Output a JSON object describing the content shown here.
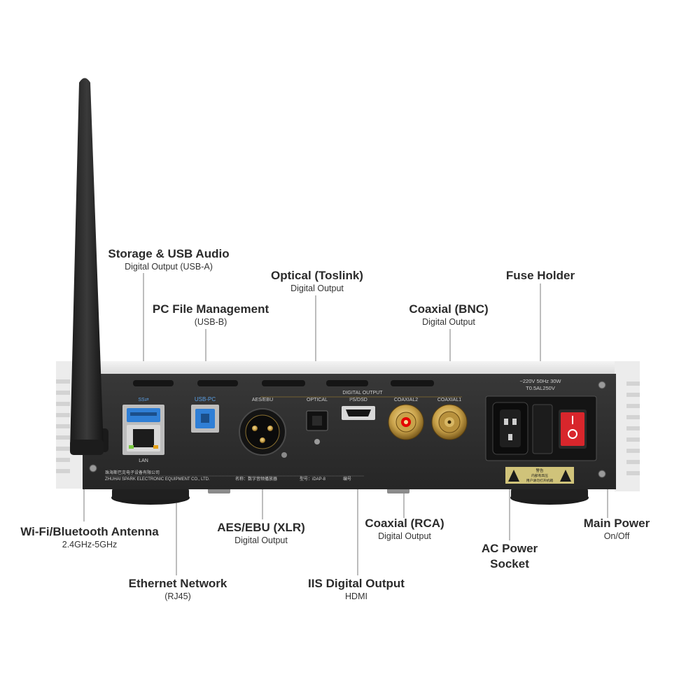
{
  "callouts": {
    "storage_usb": {
      "title": "Storage & USB Audio",
      "sub": "Digital Output (USB-A)"
    },
    "pc_file": {
      "title": "PC File Management",
      "sub": "(USB-B)"
    },
    "optical": {
      "title": "Optical (Toslink)",
      "sub": "Digital Output"
    },
    "coax_bnc": {
      "title": "Coaxial (BNC)",
      "sub": "Digital Output"
    },
    "fuse": {
      "title": "Fuse Holder"
    },
    "wifi_bt": {
      "title": "Wi-Fi/Bluetooth Antenna",
      "sub": "2.4GHz-5GHz"
    },
    "ethernet": {
      "title": "Ethernet Network",
      "sub": "(RJ45)"
    },
    "aes_ebu": {
      "title": "AES/EBU (XLR)",
      "sub": "Digital Output"
    },
    "iis": {
      "title": "IIS Digital Output",
      "sub": "HDMI"
    },
    "coax_rca": {
      "title": "Coaxial (RCA)",
      "sub": "Digital Output"
    },
    "ac_power": {
      "title_line1": "AC Power",
      "title_line2": "Socket"
    },
    "main_power": {
      "title": "Main Power",
      "sub": "On/Off"
    }
  },
  "panel": {
    "usb3_label": "SS⇄",
    "usb_pc_label": "USB-PC",
    "lan_label": "LAN",
    "aes_label": "AES/EBU",
    "digital_output_label": "DIGITAL OUTPUT",
    "optical_label": "OPTICAL",
    "i2s_label": "I²S/DSD",
    "coaxial2_label": "COAXIAL2",
    "coaxial1_label": "COAXIAL1",
    "power_spec_line1": "~220V 50Hz 30W",
    "power_spec_line2": "T0.5AL250V",
    "manufacturer_cn": "珠海斯巴克电子设备有限公司",
    "manufacturer_en": "ZHUHAI SPARK ELECTRONIC EQUIPMENT CO., LTD.",
    "name_label": "名称：数字音频播放器",
    "model_label": "型号：iDAP-8",
    "serial_label": "编号",
    "warning_title": "警告",
    "warning_line1": "内部有高压",
    "warning_line2": "用户请勿打开机箱"
  },
  "colors": {
    "panel": "#2f2f2f",
    "chassis": "#e9e9e9",
    "gold": "#c9a24a",
    "usb3_blue": "#2f7fd6",
    "switch_red": "#d8262c",
    "callout_line": "#bdbdbd"
  }
}
